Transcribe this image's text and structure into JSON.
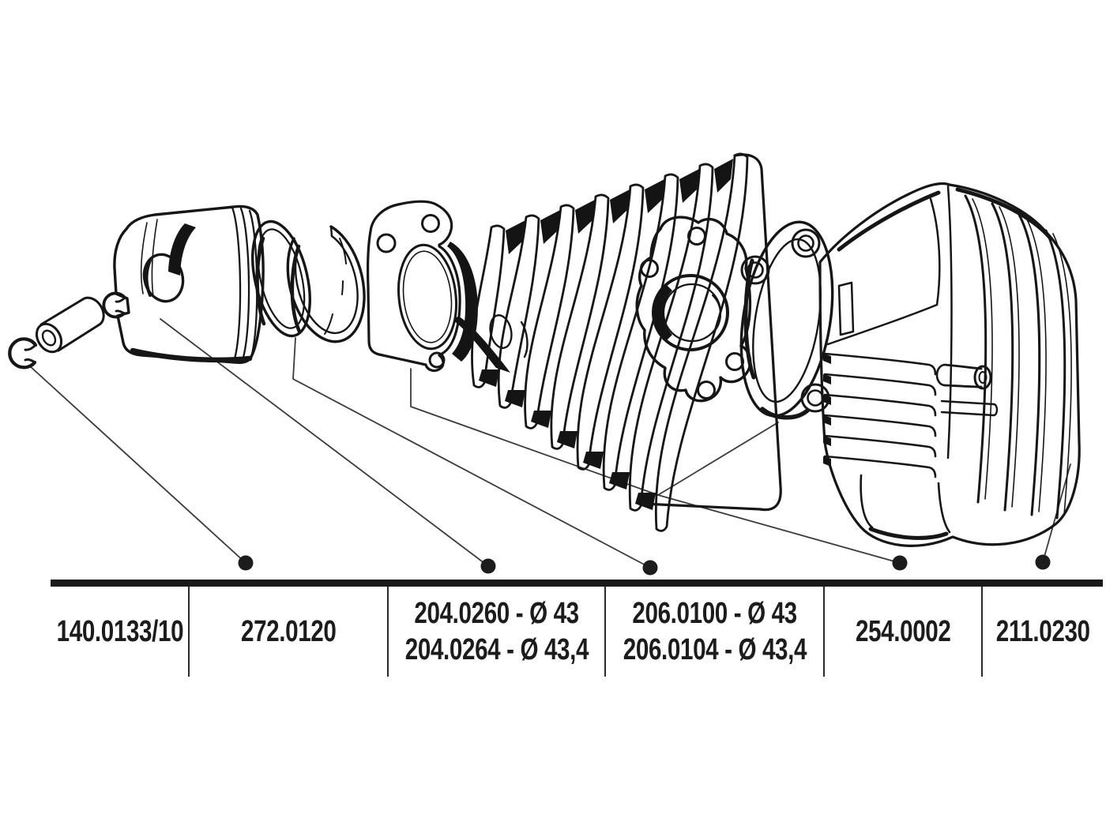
{
  "page": {
    "background": "#ffffff",
    "ink": "#1a1a1a",
    "leader_line_color": "#3a3a3a"
  },
  "diagram": {
    "kind": "exploded-parts-line-drawing",
    "subject": "two-stroke cylinder kit: circlips, piston pin, piston, piston rings, base gasket, finned cylinder, head gasket, cylinder head",
    "callout_dot_count": 5
  },
  "callouts": [
    {
      "part": "piston-pin-and-circlips",
      "column": "272.0120"
    },
    {
      "part": "piston",
      "column": "204.0260 / 204.0264"
    },
    {
      "part": "piston-rings",
      "column": "206.0100 / 206.0104"
    },
    {
      "part": "gaskets",
      "column": "254.0002"
    },
    {
      "part": "cylinder-head",
      "column": "211.0230"
    }
  ],
  "parts_table": {
    "columns": [
      {
        "id": "col-1",
        "lines": [
          "140.0133/10"
        ]
      },
      {
        "id": "col-2",
        "lines": [
          "272.0120"
        ]
      },
      {
        "id": "col-3",
        "lines": [
          "204.0260 - Ø 43",
          "204.0264 - Ø 43,4"
        ]
      },
      {
        "id": "col-4",
        "lines": [
          "206.0100 - Ø 43",
          "206.0104 - Ø 43,4"
        ]
      },
      {
        "id": "col-5",
        "lines": [
          "254.0002"
        ]
      },
      {
        "id": "col-6",
        "lines": [
          "211.0230"
        ]
      }
    ]
  }
}
